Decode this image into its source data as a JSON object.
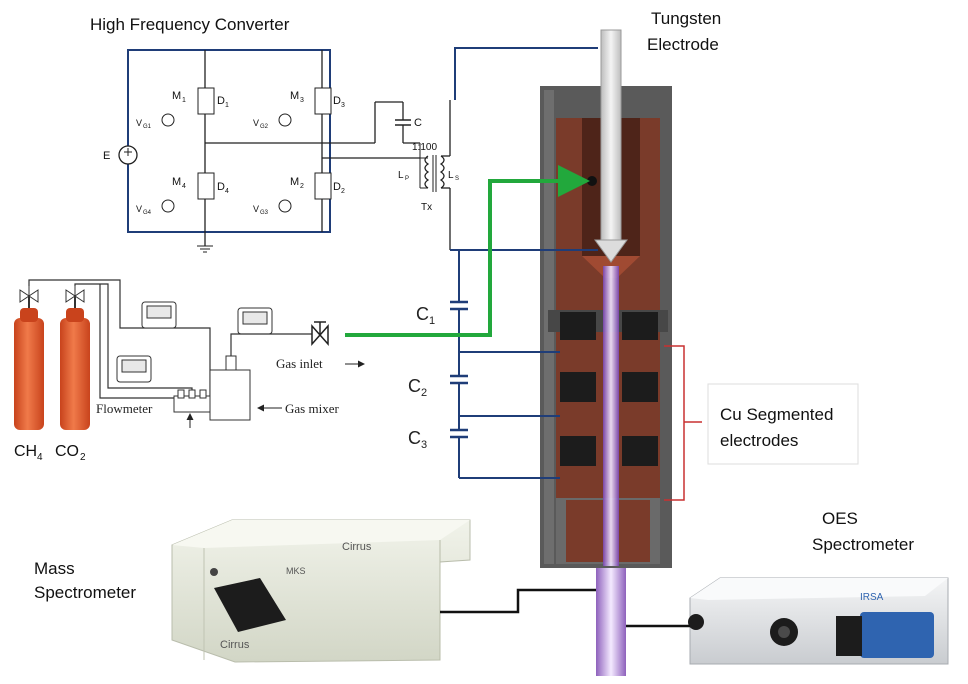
{
  "labels": {
    "converter_title": "High Frequency Converter",
    "tungsten_line1": "Tungsten",
    "tungsten_line2": "Electrode",
    "c1": "C",
    "c1_sub": "1",
    "c2": "C",
    "c2_sub": "2",
    "c3": "C",
    "c3_sub": "3",
    "gas_inlet": "Gas inlet",
    "gas_mixer": "Gas mixer",
    "flowmeter": "Flowmeter",
    "ch4": "CH",
    "ch4_sub": "4",
    "co2": "CO",
    "co2_sub": "2",
    "cu_line1": "Cu Segmented",
    "cu_line2": "electrodes",
    "mass_line1": "Mass",
    "mass_line2": "Spectrometer",
    "oes_line1": "OES",
    "oes_line2": "Spectrometer"
  },
  "circuit": {
    "source": "E",
    "cap": "C",
    "ratio": "1:100",
    "lp": "L",
    "lp_sub": "P",
    "ls": "L",
    "ls_sub": "S",
    "tx": "Tx",
    "m1": "M",
    "m1_sub": "1",
    "m2": "M",
    "m2_sub": "2",
    "m3": "M",
    "m3_sub": "3",
    "m4": "M",
    "m4_sub": "4",
    "d1": "D",
    "d1_sub": "1",
    "d2": "D",
    "d2_sub": "2",
    "d3": "D",
    "d3_sub": "3",
    "d4": "D",
    "d4_sub": "4",
    "vg1": "V",
    "vg1_sub": "G1",
    "vg2": "V",
    "vg2_sub": "G2",
    "vg3": "V",
    "vg3_sub": "G3",
    "vg4": "V",
    "vg4_sub": "G4"
  },
  "devices": {
    "mass_brand_top": "Cirrus",
    "mass_brand_side": "Cirrus",
    "mass_logo": "MKS",
    "oes_brand": "IRSA"
  },
  "colors": {
    "wire_blue": "#1f3d78",
    "gas_green": "#22a83c",
    "copper": "#7a3b2a",
    "insulator": "#555555",
    "plasma": "#b77fe0",
    "cylinder": "#e8582a"
  }
}
